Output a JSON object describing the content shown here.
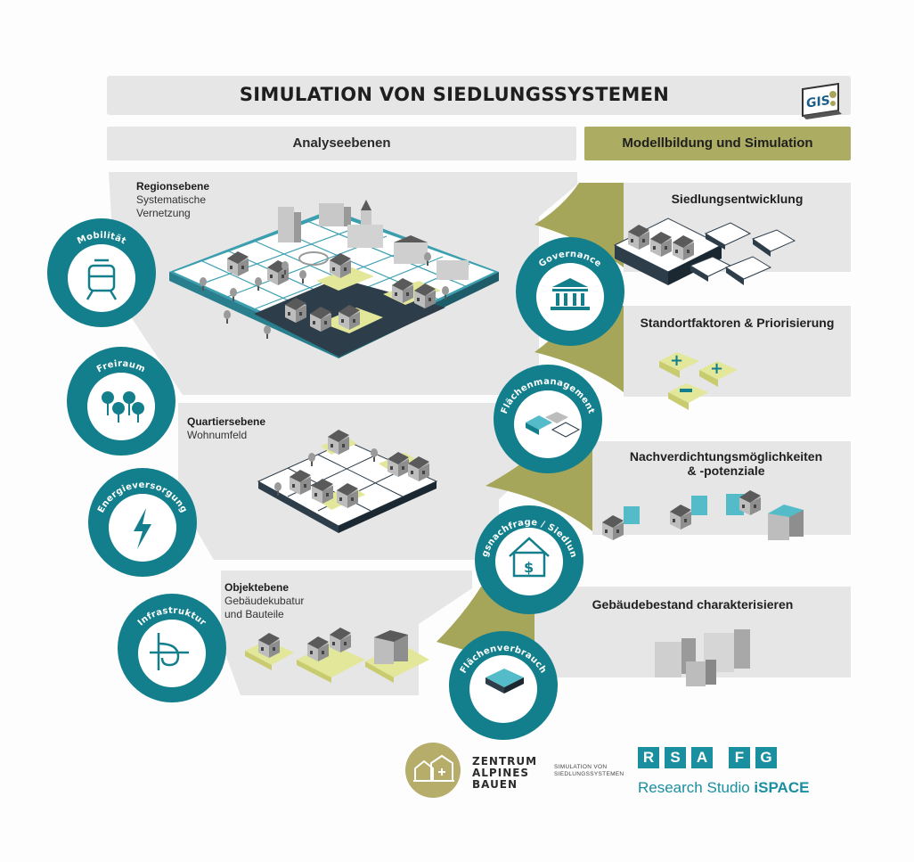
{
  "title": "SIMULATION VON SIEDLUNGSSYSTEMEN",
  "gis_label": "GIS",
  "headers": {
    "left": "Analyseebenen",
    "right": "Modellbildung und Simulation"
  },
  "levels": [
    {
      "title": "Regionsebene",
      "line1": "Systematische",
      "line2": "Vernetzung"
    },
    {
      "title": "Quartiersebene",
      "line1": "Wohnumfeld",
      "line2": ""
    },
    {
      "title": "Objektebene",
      "line1": "Gebäudekubatur",
      "line2": "und Bauteile"
    }
  ],
  "left_circles": [
    "Mobilität",
    "Freiraum",
    "Energieversorgung",
    "Infrastruktur"
  ],
  "right_circles": [
    "Governance",
    "Flächenmanagement",
    "Wohnungsnachfrage / Siedlungsdruck",
    "Flächenverbrauch"
  ],
  "simulation_steps": [
    {
      "line1": "Siedlungsentwicklung",
      "line2": ""
    },
    {
      "line1": "Standortfaktoren & Priorisierung",
      "line2": ""
    },
    {
      "line1": "Nachverdichtungsmöglichkeiten",
      "line2": "& -potenziale"
    },
    {
      "line1": "Gebäudebestand charakterisieren",
      "line2": ""
    }
  ],
  "footer": {
    "zab_lines": [
      "ZENTRUM",
      "ALPINES",
      "BAUEN"
    ],
    "small_lines": [
      "SIMULATION VON",
      "SIEDLUNGSSYSTEMEN"
    ],
    "rsa_letters": [
      "R",
      "S",
      "A",
      "F",
      "G"
    ],
    "research_prefix": "Research Studio ",
    "research_bold": "iSPACE"
  },
  "colors": {
    "teal": "#137f8c",
    "olive": "#a6a65a",
    "grey_band": "#e6e6e6",
    "rsa_blue": "#1a8fa0",
    "zab_gold": "#b7ad6a"
  }
}
